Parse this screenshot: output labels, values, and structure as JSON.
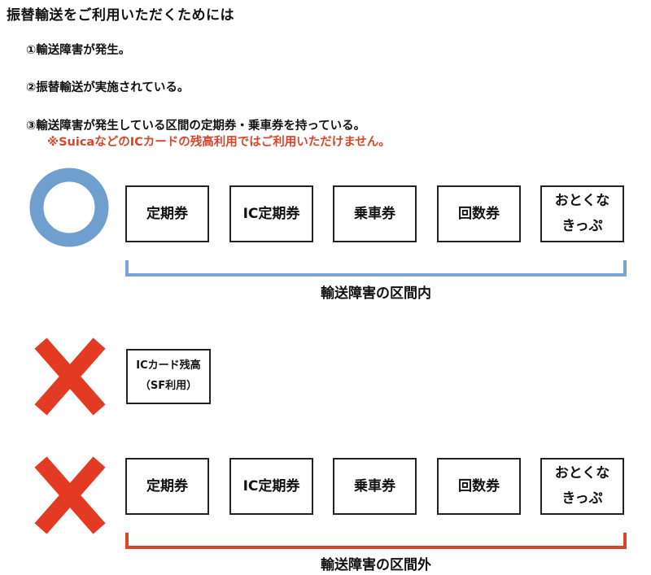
{
  "title": "振替輸送をご利用いただくためには",
  "conditions": [
    "①輸送障害が発生。",
    "②振替輸送が実施されている。",
    "③輸送障害が発生している区間の定期券・乗車券を持っている。"
  ],
  "note": "※SuicaなどのICカードの残高利用ではご利用いただけません。",
  "colors": {
    "note_red": "#d9452a",
    "circle_blue": "#6f9fcf",
    "cross_red": "#e33a23",
    "bracket_inside": "#7aa5cc",
    "bracket_outside": "#d9452a"
  },
  "icons": {
    "ok": "circle-icon",
    "ng": "cross-icon"
  },
  "inside": {
    "tickets": [
      {
        "line1": "定期券",
        "line2": ""
      },
      {
        "line1": "IC定期券",
        "line2": ""
      },
      {
        "line1": "乗車券",
        "line2": ""
      },
      {
        "line1": "回数券",
        "line2": ""
      },
      {
        "line1": "おとくな",
        "line2": "きっぷ"
      }
    ],
    "label": "輸送障害の区間内"
  },
  "ic_balance": {
    "line1": "ICカード残高",
    "line2": "（SF利用）"
  },
  "outside": {
    "tickets": [
      {
        "line1": "定期券",
        "line2": ""
      },
      {
        "line1": "IC定期券",
        "line2": ""
      },
      {
        "line1": "乗車券",
        "line2": ""
      },
      {
        "line1": "回数券",
        "line2": ""
      },
      {
        "line1": "おとくな",
        "line2": "きっぷ"
      }
    ],
    "label": "輸送障害の区間外"
  }
}
